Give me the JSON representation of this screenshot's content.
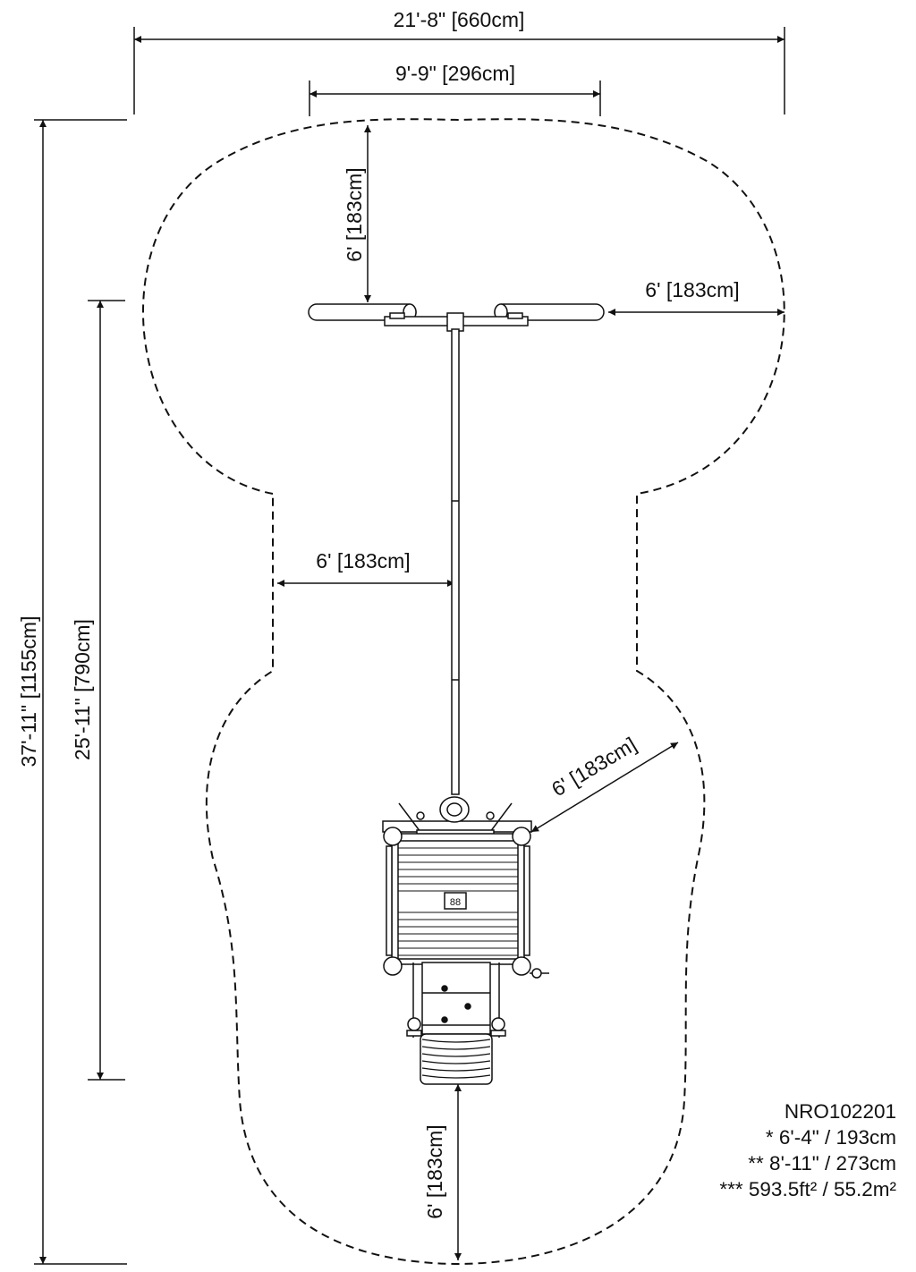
{
  "dimensions": {
    "overall_width": "21'-8\" [660cm]",
    "swing_beam_width": "9'-9\" [296cm]",
    "top_clearance": "6' [183cm]",
    "side_clearance_right": "6' [183cm]",
    "waist_clearance_left": "6' [183cm]",
    "deck_corner_clearance": "6' [183cm]",
    "bottom_clearance": "6' [183cm]",
    "overall_length": "37'-11\" [1155cm]",
    "structure_length": "25'-11\" [790cm]"
  },
  "deck_label": "88",
  "specs": {
    "model": "NRO102201",
    "line1": "* 6'-4\" / 193cm",
    "line2": "** 8'-11\" / 273cm",
    "line3": "*** 593.5ft² / 55.2m²"
  },
  "colors": {
    "line": "#111111",
    "background": "#ffffff"
  }
}
